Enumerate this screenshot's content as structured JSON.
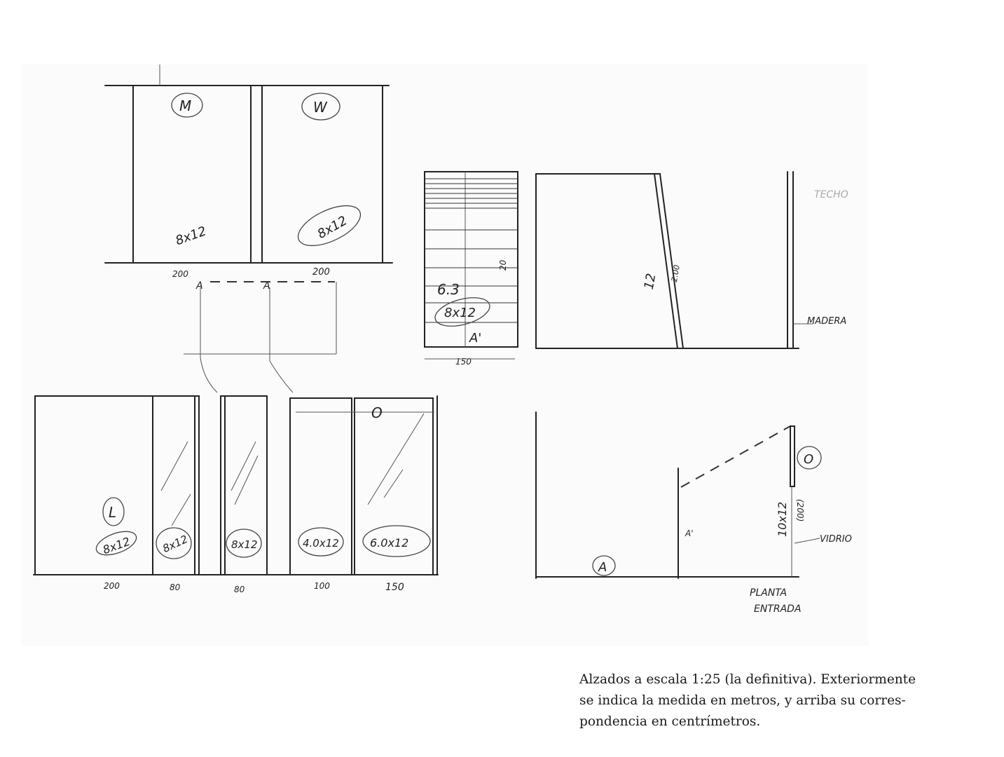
{
  "sketch": {
    "top_left": {
      "label_m": "M",
      "label_w": "W",
      "section_m": "8x12",
      "section_w": "8x12",
      "dim_left": "200",
      "dim_right": "200",
      "mark_a1": "A",
      "mark_a2": "A"
    },
    "stair": {
      "height_label": "6.3",
      "section": "8x12",
      "mark": "A'",
      "dim": "150",
      "side": "20"
    },
    "bottom_left": {
      "label_l": "L",
      "label_o": "O",
      "sec1": "8x12",
      "sec2": "8x12",
      "sec3": "8x12",
      "sec4": "4.0x12",
      "sec5": "6.0x12",
      "dim1": "200",
      "dim2": "80",
      "dim3": "80",
      "dim4": "100",
      "dim5": "150"
    },
    "section_right": {
      "height": "12",
      "note": "2.00",
      "techo": "TECHO",
      "madera": "MADERA"
    },
    "plan": {
      "mark_a": "A",
      "mark_a2": "A'",
      "label_o": "O",
      "section": "10x12",
      "dim": "(200)",
      "vidrio": "VIDRIO",
      "title_1": "PLANTA",
      "title_2": "ENTRADA"
    }
  },
  "caption": {
    "line1": "Alzados a escala 1:25 (la definitiva). Exteriormente",
    "line2": "se indica la medida en metros, y arriba su corres-",
    "line3": "pondencia en centrímetros."
  }
}
